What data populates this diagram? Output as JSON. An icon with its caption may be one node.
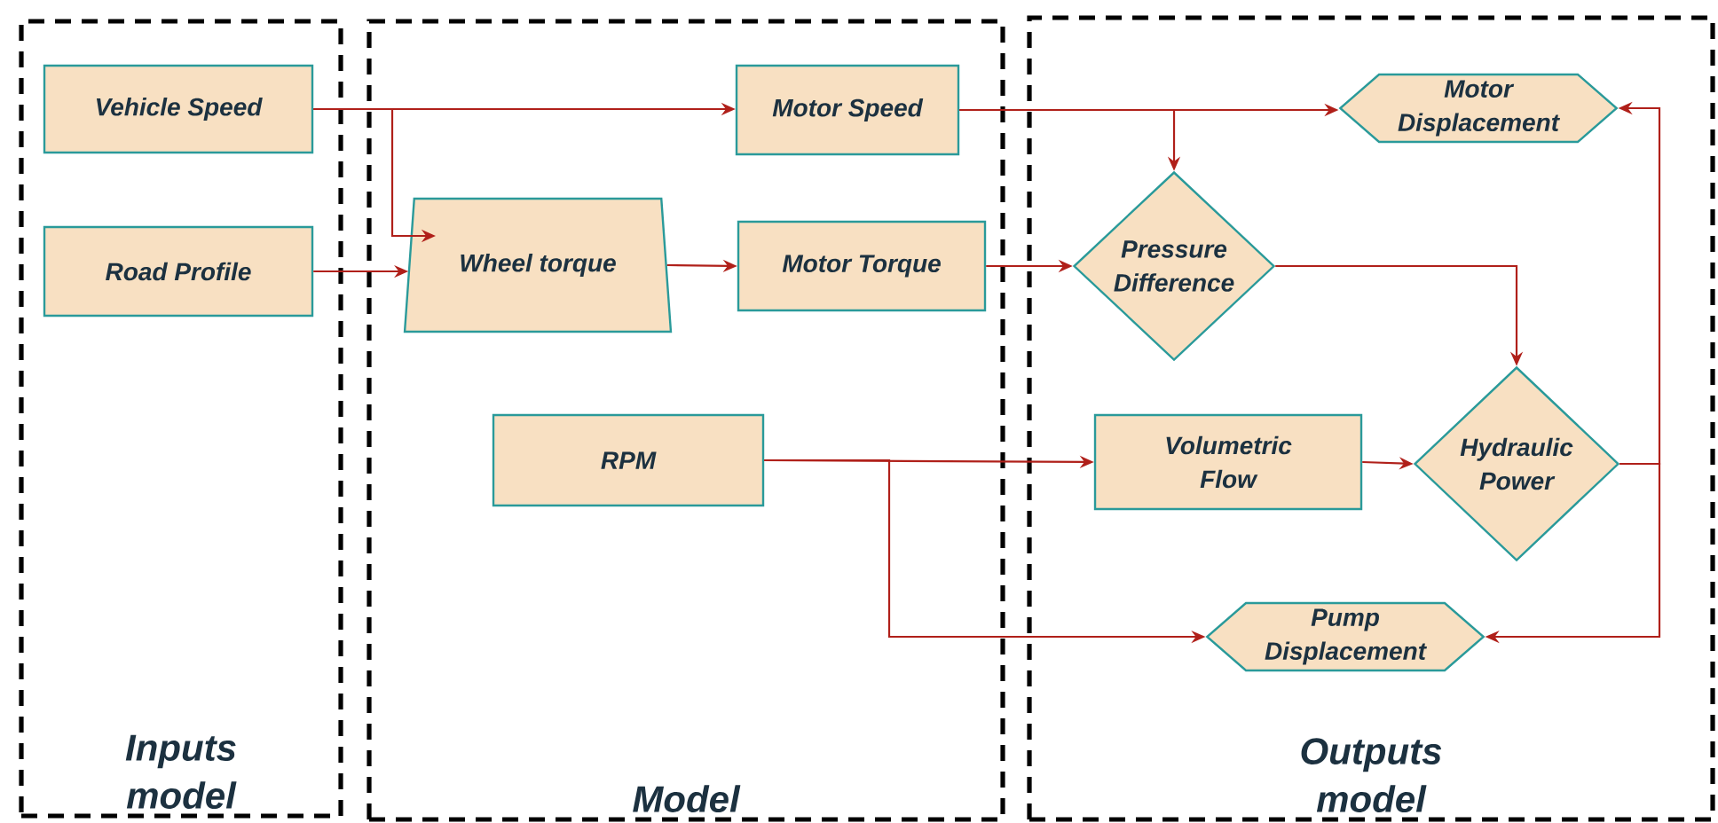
{
  "diagram": {
    "nodes": [
      {
        "text": [
          "Inputs model"
        ]
      },
      {
        "text": [
          "Model"
        ]
      },
      {
        "text": [
          "Outputs model"
        ]
      },
      {
        "text": [
          "Vehicle Speed"
        ],
        "in": 0
      },
      {
        "text": [
          "Road Profile"
        ],
        "in": 0
      },
      {
        "text": [
          "Motor Speed"
        ],
        "in": 1
      },
      {
        "text": [
          "Wheel torque"
        ],
        "in": 1
      },
      {
        "text": [
          "Motor Torque"
        ],
        "in": 1
      },
      {
        "text": [
          "RPM"
        ],
        "in": 1
      },
      {
        "text": [
          "Motor Displacement"
        ],
        "in": 2
      },
      {
        "text": [
          "Pressure Difference"
        ],
        "in": 2
      },
      {
        "text": [
          "Volumetric Flow"
        ],
        "in": 2
      },
      {
        "text": [
          "Hydraulic Power"
        ],
        "in": 2
      },
      {
        "text": [
          "Pump Displacement"
        ],
        "in": 2
      }
    ],
    "edges": [
      {
        "from": 3,
        "to": 5,
        "arrow": "to"
      },
      {
        "from": 3,
        "to": 6,
        "arrow": "to"
      },
      {
        "from": 4,
        "to": 6,
        "arrow": "to"
      },
      {
        "from": 6,
        "to": 7,
        "arrow": "to"
      },
      {
        "from": 5,
        "to": 9,
        "arrow": "to"
      },
      {
        "from": 5,
        "to": 10,
        "arrow": "to"
      },
      {
        "from": 7,
        "to": 10,
        "arrow": "to"
      },
      {
        "from": 10,
        "to": 12,
        "arrow": "to"
      },
      {
        "from": 8,
        "to": 11,
        "arrow": "to"
      },
      {
        "from": 8,
        "to": 13,
        "arrow": "to"
      },
      {
        "from": 11,
        "to": 12,
        "arrow": "to"
      },
      {
        "from": 12,
        "to": 9,
        "arrow": "to"
      },
      {
        "from": 12,
        "to": 13,
        "arrow": "to"
      }
    ]
  }
}
